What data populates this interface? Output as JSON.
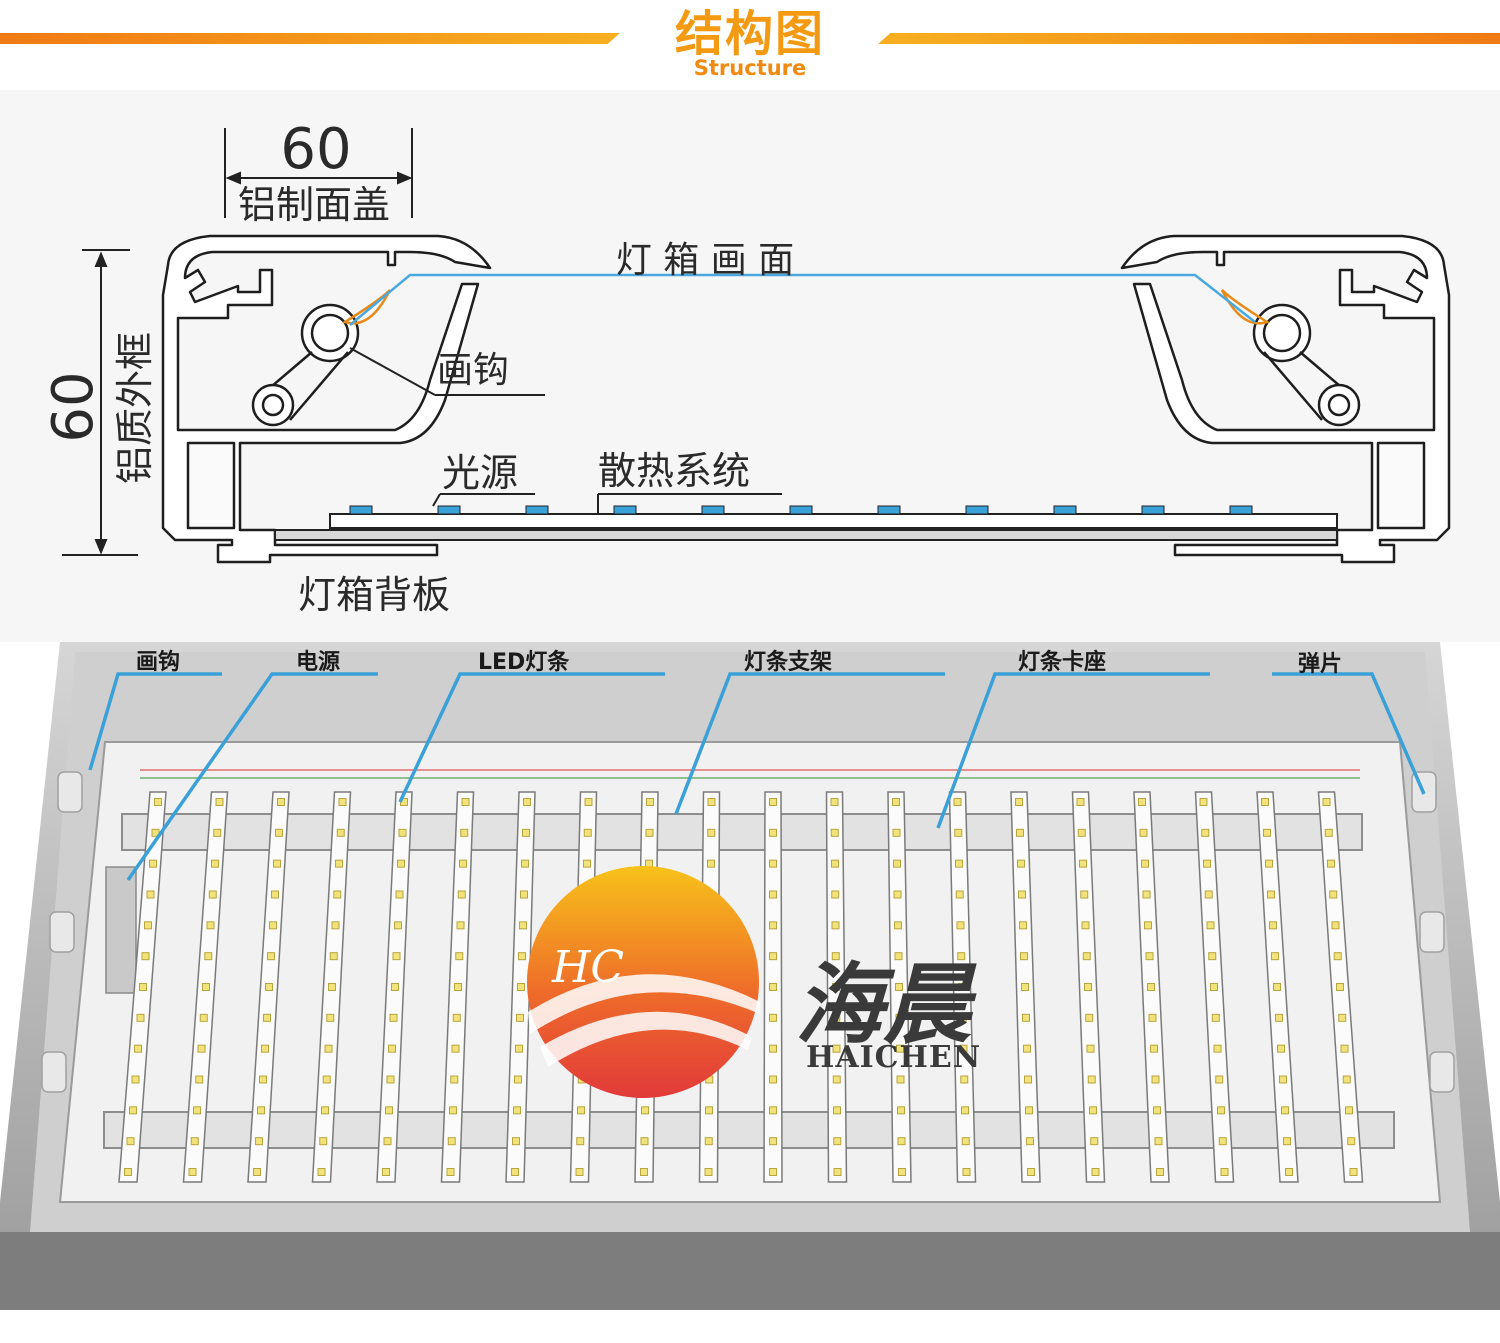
{
  "header": {
    "title": "结构图",
    "subtitle": "Structure"
  },
  "diagram": {
    "dim_width_value": "60",
    "dim_width_label": "铝制面盖",
    "dim_height_value": "60",
    "dim_height_label": "铝质外框",
    "label_graphic_face": "灯 箱 画 面",
    "label_hook": "画钩",
    "label_light_source": "光源",
    "label_heat_system": "散热系统",
    "label_backboard": "灯箱背板"
  },
  "photo": {
    "callouts": [
      "画钩",
      "电源",
      "LED灯条",
      "灯条支架",
      "灯条卡座",
      "弹片"
    ],
    "brand_cn": "海晨",
    "brand_en": "HAICHEN",
    "logo_text": "HC",
    "led_strip_count": 20
  },
  "colors": {
    "header_orange": "#f39a12",
    "callout_blue": "#3aa0d8",
    "graphic_line_blue": "#4aa8e0",
    "hook_orange": "#e88a1a"
  }
}
